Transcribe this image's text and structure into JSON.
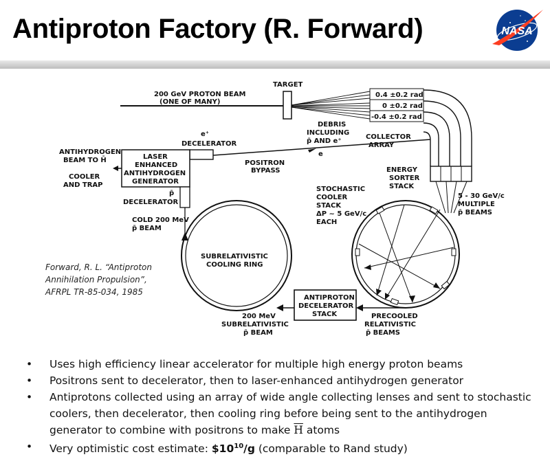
{
  "slide": {
    "title": "Antiproton Factory (R. Forward)",
    "logo": {
      "text": "NASA",
      "icon": "nasa-meatball-logo",
      "colors": {
        "blue": "#0b3d91",
        "red": "#fc3d21"
      }
    }
  },
  "diagram": {
    "labels": {
      "target": "TARGET",
      "beam_line1": "200 GeV PROTON BEAM",
      "beam_line2": "(ONE OF MANY)",
      "angle1": "0.4 ±0.2 rad",
      "angle2": "0 ±0.2 rad",
      "angle3": "-0.4 ±0.2 rad",
      "debris1": "DEBRIS",
      "debris2": "INCLUDING",
      "debris3": "p̄  AND e⁺",
      "collector1": "COLLECTOR",
      "collector2": "ARRAY",
      "e_dec1": "e⁺",
      "e_dec2": "DECELERATOR",
      "e_plus": "e",
      "bypass1": "POSITRON",
      "bypass2": "BYPASS",
      "anti_h1": "ANTIHYDROGEN",
      "anti_h2": "BEAM TO H̄",
      "cooler1": "COOLER",
      "cooler2": "AND TRAP",
      "laser1": "LASER",
      "laser2": "ENHANCED",
      "laser3": "ANTIHYDROGEN",
      "laser4": "GENERATOR",
      "pbar_dec1": "p̄",
      "pbar_dec2": "DECELERATOR",
      "cold1": "COLD 200 MeV",
      "cold2": "p̄ BEAM",
      "energy1": "ENERGY",
      "energy2": "SORTER",
      "energy3": "STACK",
      "stoch1": "STOCHASTIC",
      "stoch2": "COOLER",
      "stoch3": "STACK",
      "stoch4": "ΔP ~ 5 GeV/c",
      "stoch5": "EACH",
      "mult1": "5 - 30 GeV/c",
      "mult2": "MULTIPLE",
      "mult3": "p̄ BEAMS",
      "subring1": "SUBRELATIVISTIC",
      "subring2": "COOLING RING",
      "antidec1": "ANTIPROTON",
      "antidec2": "DECELERATOR",
      "antidec3": "STACK",
      "sub200_1": "200 MeV",
      "sub200_2": "SUBRELATIVISTIC",
      "sub200_3": "p̄ BEAM",
      "precooled1": "PRECOOLED",
      "precooled2": "RELATIVISTIC",
      "precooled3": "p̄ BEAMS"
    },
    "citation": {
      "line1": "Forward, R. L. “Antiproton",
      "line2": "Annihilation Propulsion”,",
      "line3": "AFRPL TR-85-034, 1985"
    }
  },
  "bullets": [
    {
      "text": "Uses high efficiency linear accelerator for multiple high energy proton beams"
    },
    {
      "text": "Positrons sent to decelerator, then to laser-enhanced antihydrogen generator"
    },
    {
      "text_before": "Antiprotons collected using an array of wide angle collecting lenses and sent to stochastic coolers, then decelerator, then cooling ring before being sent to the antihydrogen generator to combine with positrons to make ",
      "hbar": "H",
      "text_after": " atoms"
    },
    {
      "text_before": "Very optimistic cost estimate: ",
      "cost_base": "$10",
      "cost_exp": "10",
      "cost_unit": "/g",
      "text_after": " (comparable to Rand study)"
    }
  ]
}
